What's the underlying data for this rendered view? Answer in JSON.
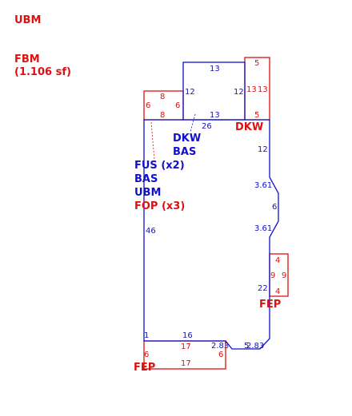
{
  "colors": {
    "red": "#dd1111",
    "blue": "#1111cc"
  },
  "legend": {
    "ubm": "UBM",
    "fbm": "FBM",
    "fbm_area": "(1.106 sf)"
  },
  "area_labels": {
    "dkw_top": "DKW",
    "dkw_main": "DKW",
    "bas_main": "BAS",
    "fus": "FUS (x2)",
    "bas": "BAS",
    "ubm": "UBM",
    "fop": "FOP (x3)",
    "fep_right": "FEP",
    "fep_bottom": "FEP"
  },
  "dimensions": {
    "blue_top_13": "13",
    "blue_left_12": "12",
    "blue_right_12": "12",
    "blue_bottom_13": "13",
    "blue_26": "26",
    "blue_12_right": "12",
    "blue_361_a": "3.61",
    "blue_6": "6",
    "blue_361_b": "3.61",
    "blue_46": "46",
    "blue_22": "22",
    "blue_1": "1",
    "blue_16": "16",
    "blue_283_a": "2.83",
    "blue_5": "5",
    "blue_283_b": "2.83",
    "red_5_top": "5",
    "red_13_a": "13",
    "red_13_b": "13",
    "red_5_bottom": "5",
    "red_8_top": "8",
    "red_6_left": "6",
    "red_6_right": "6",
    "red_8_bottom": "8",
    "red_4_top": "4",
    "red_9_left": "9",
    "red_9_right": "9",
    "red_4_bottom": "4",
    "red_17_top": "17",
    "red_6_bl": "6",
    "red_6_br": "6",
    "red_17_bottom": "17"
  }
}
